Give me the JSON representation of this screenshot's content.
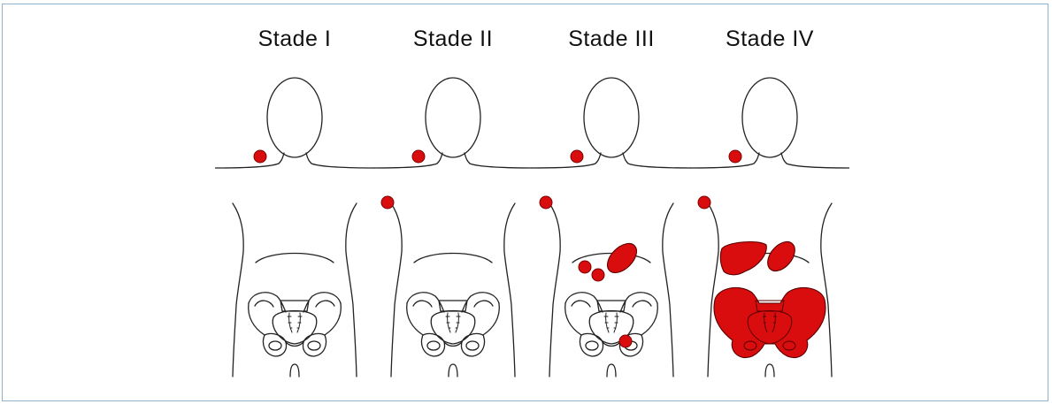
{
  "diagram": {
    "stages": [
      {
        "id": "stage-1",
        "label": "Stade I"
      },
      {
        "id": "stage-2",
        "label": "Stade II"
      },
      {
        "id": "stage-3",
        "label": "Stade III"
      },
      {
        "id": "stage-4",
        "label": "Stade IV"
      }
    ],
    "colors": {
      "involvement": "#d90d0d",
      "outline": "#222222",
      "frame_border": "#8fb2cf"
    }
  }
}
